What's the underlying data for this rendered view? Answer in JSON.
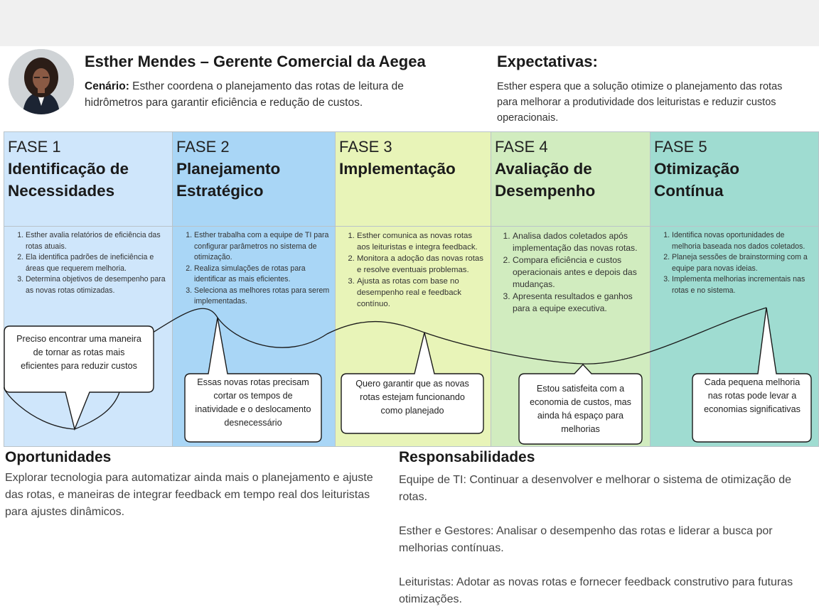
{
  "persona": {
    "title": "Esther Mendes – Gerente Comercial da Aegea",
    "scenario_label": "Cenário:",
    "scenario_text": " Esther coordena o planejamento das rotas de leitura de hidrômetros para garantir eficiência e redução de custos."
  },
  "expectations": {
    "title": "Expectativas:",
    "text": "Esther espera que a solução otimize o planejamento das rotas para melhorar a produtividade dos leituristas e reduzir custos operacionais."
  },
  "phases": [
    {
      "num": "FASE 1",
      "name": "Identificação de\nNecessidades",
      "color": "#cfe6fb",
      "steps": [
        "Esther avalia relatórios de eficiência das rotas atuais.",
        " Ela identifica padrões de ineficiência e áreas que requerem melhoria.",
        " Determina objetivos de desempenho para as novas rotas otimizadas."
      ],
      "quote": "Preciso encontrar uma maneira de tornar as rotas mais eficientes para reduzir custos"
    },
    {
      "num": "FASE 2",
      "name": " Planejamento\nEstratégico",
      "color": "#a9d6f6",
      "steps": [
        "Esther trabalha com a equipe de TI para configurar parâmetros no sistema de otimização.",
        " Realiza simulações de rotas para identificar as mais eficientes.",
        " Seleciona as melhores rotas para serem implementadas."
      ],
      "quote": "Essas novas rotas precisam cortar os tempos de inatividade e o deslocamento desnecessário"
    },
    {
      "num": "FASE 3",
      "name": "Implementação",
      "color": "#e8f4b8",
      "steps": [
        "Esther comunica as novas rotas aos leituristas e integra feedback.",
        "Monitora a adoção das novas rotas e resolve eventuais problemas.",
        " Ajusta as rotas com base no desempenho real e feedback contínuo."
      ],
      "quote": "Quero garantir que as novas rotas estejam funcionando como planejado"
    },
    {
      "num": "FASE 4",
      "name": "Avaliação de\nDesempenho",
      "color": "#d1ecbf",
      "steps": [
        "Analisa dados coletados após implementação das novas rotas.",
        "Compara eficiência e custos operacionais antes e depois das mudanças.",
        "Apresenta resultados e ganhos para a equipe executiva."
      ],
      "quote": "Estou satisfeita com a economia de custos, mas ainda há espaço para melhorias"
    },
    {
      "num": "FASE 5",
      "name": "Otimização\nContínua",
      "color": "#9fdcd1",
      "steps": [
        "Identifica novas oportunidades de melhoria baseada nos dados coletados.",
        " Planeja sessões de brainstorming com a equipe para novas ideias.",
        " Implementa melhorias incrementais nas rotas e no sistema."
      ],
      "quote": "Cada pequena melhoria nas rotas pode levar a economias significativas"
    }
  ],
  "opportunities": {
    "title": "Oportunidades",
    "text": "Explorar tecnologia para automatizar ainda mais o planejamento e ajuste das rotas, e maneiras de integrar feedback em tempo real dos leituristas para ajustes dinâmicos."
  },
  "responsibilities": {
    "title": "Responsabilidades",
    "items": [
      "Equipe de TI: Continuar a desenvolver e melhorar o sistema de otimização de rotas.",
      "Esther e Gestores: Analisar o desempenho das rotas e liderar a busca por melhorias contínuas.",
      "Leituristas: Adotar as novas rotas e fornecer feedback construtivo para futuras otimizações."
    ]
  }
}
